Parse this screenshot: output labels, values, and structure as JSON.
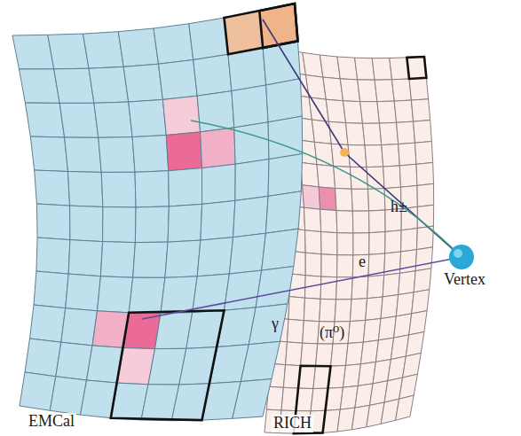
{
  "diagram": {
    "labels": [
      "h±",
      "e",
      "γ",
      "(π⁰)",
      "Vertex",
      "EMCal",
      "RICH"
    ]
  }
}
